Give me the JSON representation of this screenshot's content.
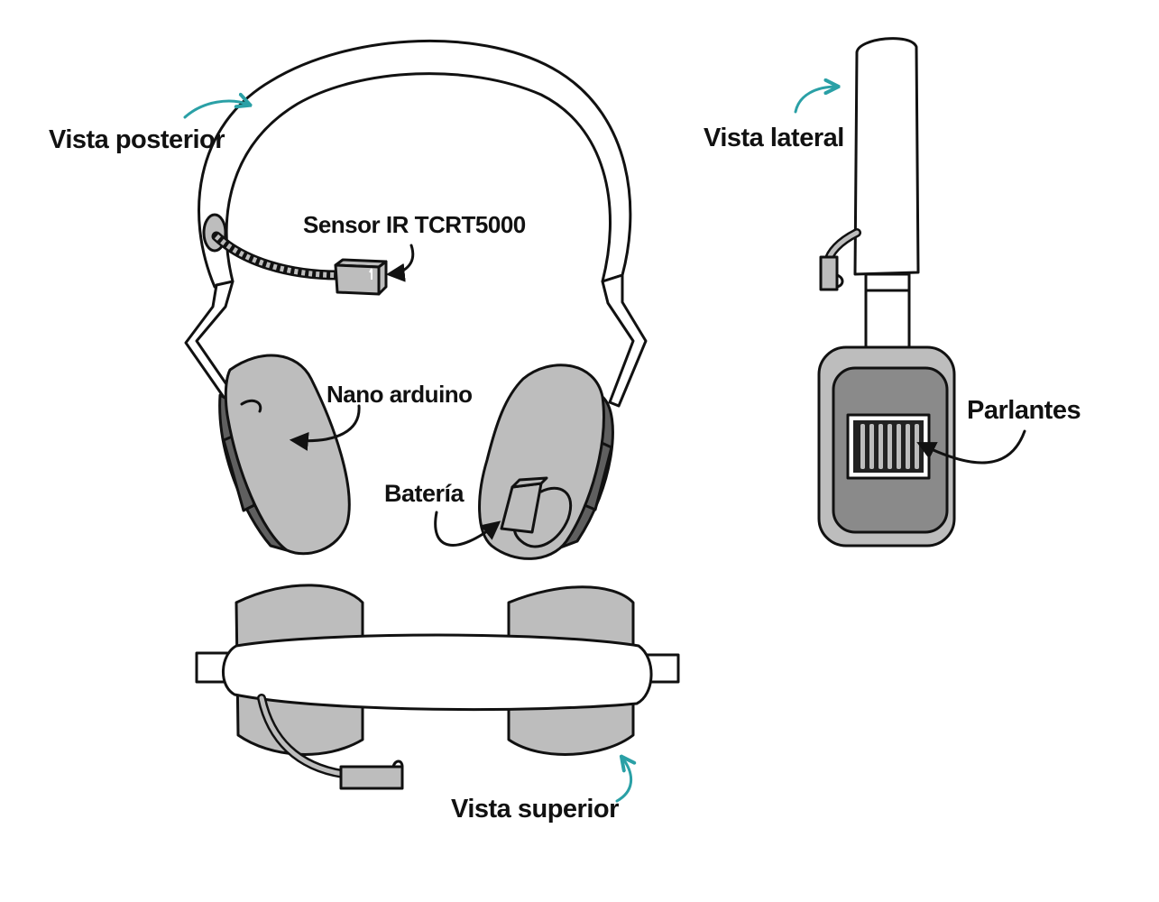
{
  "labels": {
    "back_view": "Vista posterior",
    "side_view": "Vista lateral",
    "top_view": "Vista superior",
    "ir_sensor": "Sensor IR TCRT5000",
    "arduino": "Nano arduino",
    "battery": "Batería",
    "speakers": "Parlantes"
  },
  "colors": {
    "ink": "#111111",
    "cup_fill": "#bdbdbd",
    "cup_dark": "#5f5f5f",
    "speaker_grey": "#8a8a8a",
    "band_fill": "#ffffff",
    "accent_arrow": "#2aa0a6"
  }
}
